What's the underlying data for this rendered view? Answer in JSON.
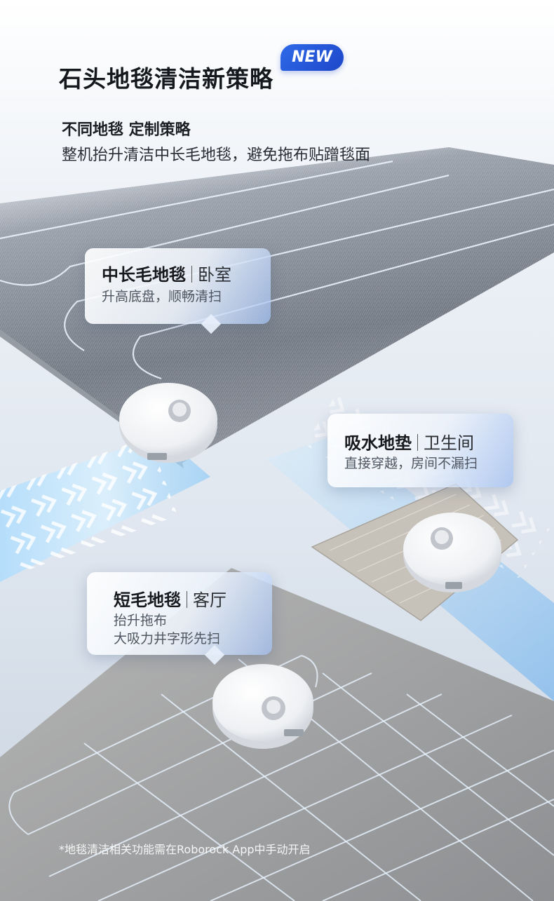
{
  "header": {
    "title": "石头地毯清洁新策略",
    "badge": "NEW",
    "subtitle": "不同地毯 定制策略",
    "description": "整机抬升清洁中长毛地毯，避免拖布贴蹭毯面"
  },
  "cards": [
    {
      "title": "中长毛地毯",
      "room": "卧室",
      "lines": [
        "升高底盘，顺畅清扫"
      ]
    },
    {
      "title": "吸水地垫",
      "room": "卫生间",
      "lines": [
        "直接穿越，房间不漏扫"
      ]
    },
    {
      "title": "短毛地毯",
      "room": "客厅",
      "lines": [
        "抬升拖布",
        "大吸力井字形先扫"
      ]
    }
  ],
  "footnote": "*地毯清洁相关功能需在Roborock App中手动开启",
  "colors": {
    "badge": "#2f6ae8",
    "path_glow": "#bfe6ff",
    "title_text": "#15181c"
  }
}
